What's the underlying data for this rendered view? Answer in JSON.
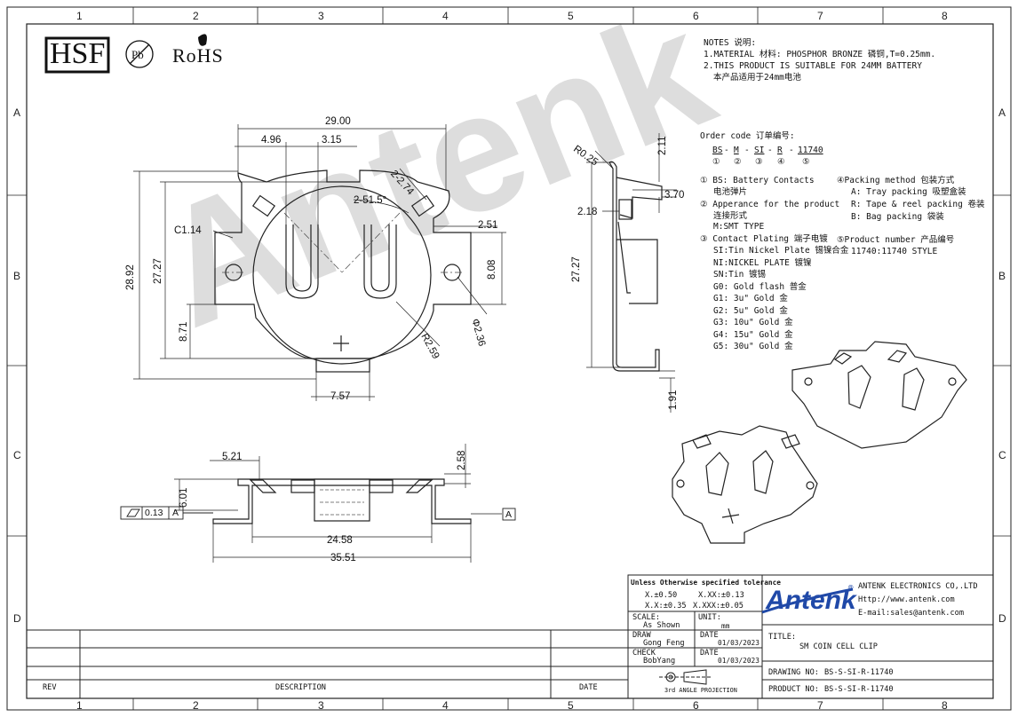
{
  "grid": {
    "columns": [
      "1",
      "2",
      "3",
      "4",
      "5",
      "6",
      "7",
      "8"
    ],
    "rows": [
      "A",
      "B",
      "C",
      "D"
    ]
  },
  "logos": {
    "hsf": "HSF",
    "pb": "Pb",
    "rohs": "RoHS"
  },
  "watermark": "Antenk",
  "notes": {
    "header": "NOTES 说明:",
    "line1": "1.MATERIAL 材料: PHOSPHOR BRONZE 磷铜,T=0.25mm.",
    "line2": "2.THIS PRODUCT IS SUITABLE FOR 24MM BATTERY",
    "line3": "本产品适用于24mm电池"
  },
  "order_code": {
    "title": "Order code 订单编号:",
    "parts": [
      "BS",
      "M",
      "SI",
      "R",
      "11740"
    ],
    "markers": [
      "①",
      "②",
      "③",
      "④",
      "⑤"
    ],
    "left": [
      "① BS: Battery Contacts",
      "电池弹片",
      "② Apperance for the product",
      "连接形式",
      "M:SMT TYPE",
      "③ Contact Plating 端子电镀",
      "SI:Tin Nickel Plate 锡镍合金",
      "NI:NICKEL PLATE 镀镍",
      "SN:Tin 镀锡",
      "G0: Gold flash 普金",
      "G1: 3u\" Gold 金",
      "G2: 5u\" Gold 金",
      "G3: 10u\" Gold 金",
      "G4: 15u\" Gold 金",
      "G5: 30u\" Gold 金"
    ],
    "right": [
      "④Packing method 包装方式",
      "A: Tray packing 吸塑盒装",
      "R: Tape & reel packing 卷装",
      "B: Bag packing 袋装",
      "⑤Product number 产品编号",
      "11740:11740 STYLE"
    ]
  },
  "dimensions": {
    "top_width": "29.00",
    "d496": "4.96",
    "d315": "3.15",
    "d2274": "2-2.74",
    "d2515": "2-51.5°",
    "c114": "C1.14",
    "d251": "2.51",
    "d808": "8.08",
    "d236": "Φ2.36",
    "r259": "R2.59",
    "h2892": "28.92",
    "h2727a": "27.27",
    "h871": "8.71",
    "d757": "7.57",
    "r025": "R0.25",
    "d211": "2.11",
    "d370": "3.70",
    "d218": "2.18",
    "h2727b": "27.27",
    "d191": "1.91",
    "d521": "5.21",
    "d258": "2.58",
    "d601": "6.01",
    "flat": "0.13",
    "datum": "A",
    "d2458": "24.58",
    "d3551": "35.51"
  },
  "title_block": {
    "tol_title": "Unless Otherwise specified tolerance",
    "tol1": "X.±0.50",
    "tol2": "X.XX:±0.13",
    "tol3": "X.X:±0.35",
    "tol4": "X.XXX:±0.05",
    "scale_label": "SCALE:",
    "scale_value": "As Shown",
    "unit_label": "UNIT:",
    "unit_value": "mm",
    "draw_label": "DRAW",
    "draw_value": "Gong Feng",
    "date_label": "DATE",
    "draw_date": "01/03/2023",
    "check_label": "CHECK",
    "check_value": "BobYang",
    "check_date": "01/03/2023",
    "projection": "3rd ANGLE PROJECTION",
    "brand": "Antenk",
    "company": "ANTENK ELECTRONICS CO,.LTD",
    "web": "Http://www.antenk.com",
    "email": "E-mail:sales@antenk.com",
    "title_label": "TITLE:",
    "title_value": "SM COIN CELL CLIP",
    "drawing_no_label": "DRAWING NO:",
    "drawing_no": "BS-S-SI-R-11740",
    "product_no_label": "PRODUCT NO:",
    "product_no": "BS-S-SI-R-11740",
    "rev": "REV",
    "description": "DESCRIPTION",
    "date": "DATE"
  },
  "colors": {
    "line": "#222222",
    "brand": "#2049a8",
    "watermark": "#d8d8d8"
  }
}
